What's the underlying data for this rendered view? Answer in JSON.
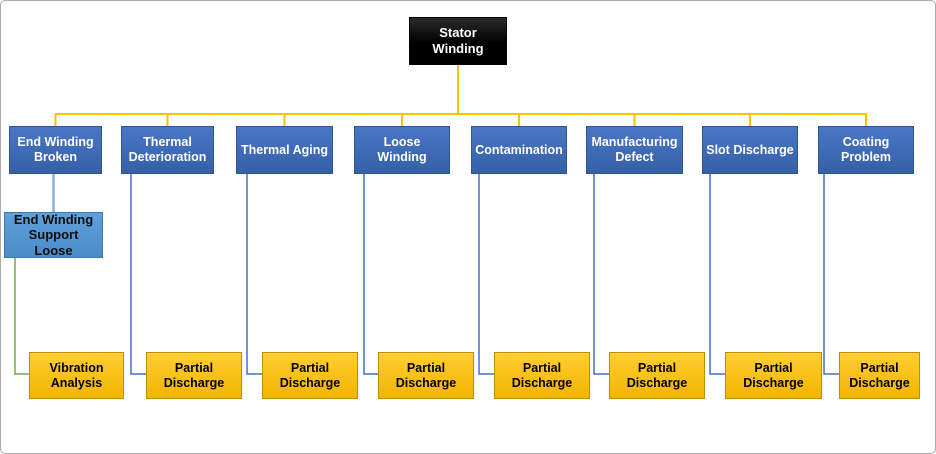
{
  "diagram": {
    "root": {
      "label": "Stator Winding"
    },
    "causes": [
      {
        "label": "End Winding Broken"
      },
      {
        "label": "Thermal Deterioration"
      },
      {
        "label": "Thermal Aging"
      },
      {
        "label": "Loose Winding"
      },
      {
        "label": "Contamination"
      },
      {
        "label": "Manufacturing Defect"
      },
      {
        "label": "Slot Discharge"
      },
      {
        "label": "Coating Problem"
      }
    ],
    "sub_cause": {
      "label": "End Winding Support Loose"
    },
    "detections": [
      {
        "label": "Vibration Analysis"
      },
      {
        "label": "Partial Discharge"
      },
      {
        "label": "Partial Discharge"
      },
      {
        "label": "Partial Discharge"
      },
      {
        "label": "Partial Discharge"
      },
      {
        "label": "Partial Discharge"
      },
      {
        "label": "Partial Discharge"
      },
      {
        "label": "Partial Discharge"
      }
    ],
    "colors": {
      "root_fill": "#0d0d0d",
      "cause_fill": "#3c68b2",
      "sub_cause_fill": "#4d96d2",
      "detection_fill": "#ffc000",
      "connector_top": "#ffc000",
      "connector_branch": "#4472c4",
      "connector_sub": "#8faadc",
      "connector_green": "#70ad47"
    }
  }
}
